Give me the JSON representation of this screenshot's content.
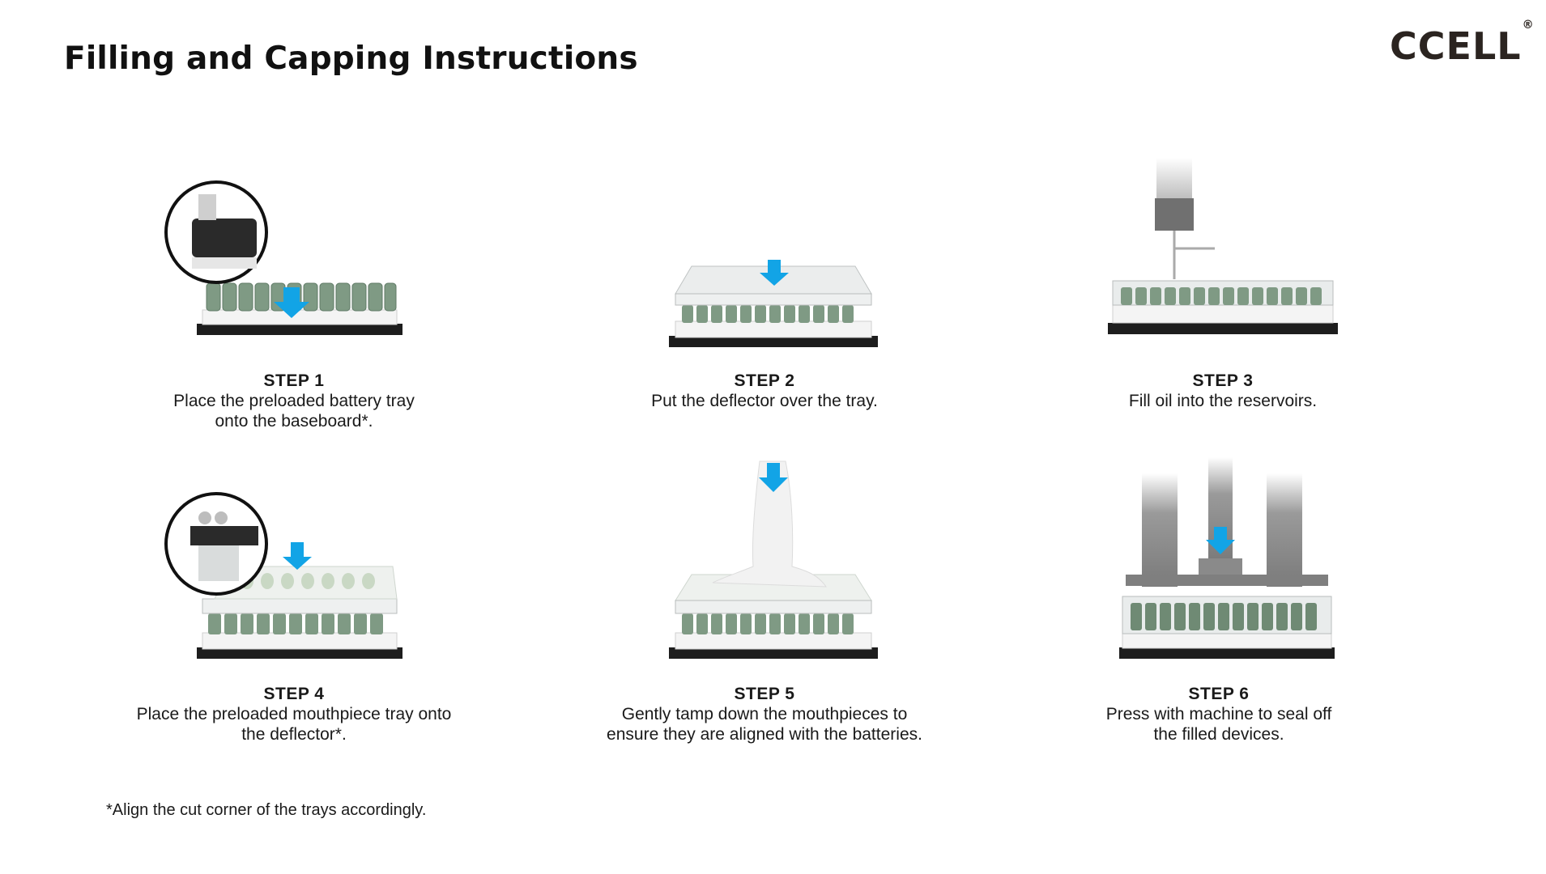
{
  "header": {
    "title": "Filling and Capping Instructions",
    "logo_text": "CCELL",
    "logo_mark": "®"
  },
  "colors": {
    "accent_arrow": "#12a4e6",
    "tray_green": "#7f9a84",
    "base_black": "#1d1d1d"
  },
  "steps": [
    {
      "label": "STEP 1",
      "text": "Place the preloaded battery tray\nonto the baseboard*.",
      "icon": "battery-tray-on-baseboard-illustration"
    },
    {
      "label": "STEP 2",
      "text": "Put the deflector over the tray.",
      "icon": "deflector-over-tray-illustration"
    },
    {
      "label": "STEP 3",
      "text": "Fill oil into the reservoirs.",
      "icon": "oil-filling-illustration"
    },
    {
      "label": "STEP 4",
      "text": "Place the preloaded mouthpiece tray onto\nthe deflector*.",
      "icon": "mouthpiece-tray-illustration"
    },
    {
      "label": "STEP 5",
      "text": "Gently tamp down the mouthpieces to\nensure they are aligned with the batteries.",
      "icon": "hand-tamping-illustration"
    },
    {
      "label": "STEP 6",
      "text": "Press with machine to seal off\nthe filled devices.",
      "icon": "capping-press-illustration"
    }
  ],
  "footnote": "*Align the cut corner of the trays accordingly."
}
